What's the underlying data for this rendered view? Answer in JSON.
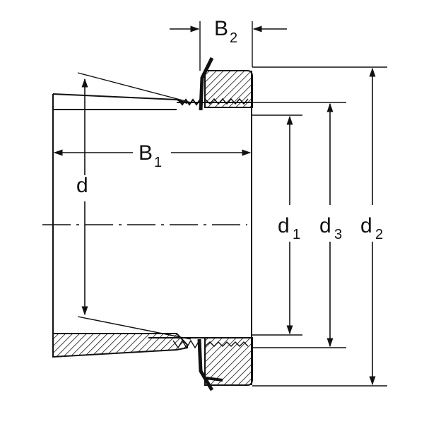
{
  "labels": {
    "b2": {
      "main": "B",
      "sub": "2"
    },
    "b1": {
      "main": "B",
      "sub": "1"
    },
    "d": {
      "main": "d"
    },
    "d1": {
      "main": "d",
      "sub": "1"
    },
    "d3": {
      "main": "d",
      "sub": "3"
    },
    "d2": {
      "main": "d",
      "sub": "2"
    }
  },
  "colors": {
    "line": "#111111",
    "background": "#ffffff"
  }
}
